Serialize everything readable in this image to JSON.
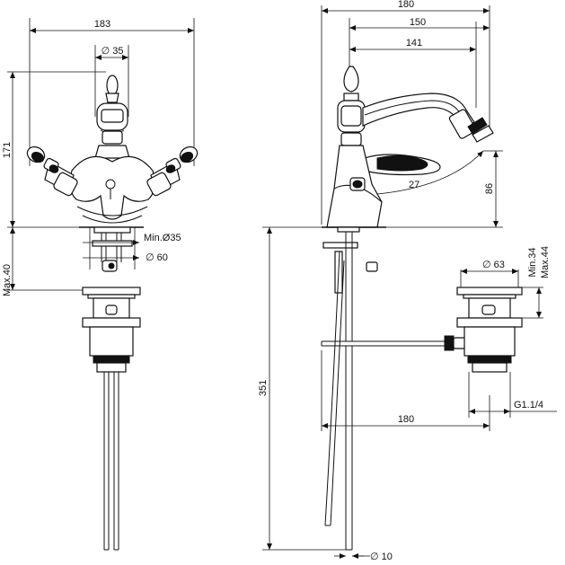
{
  "dimensions": {
    "front_width": "183",
    "front_spout_diameter": "∅ 35",
    "front_height": "171",
    "front_hole_min": "Min.Ø35",
    "front_base_diameter": "∅ 60",
    "front_max_thickness": "Max.40",
    "side_total_depth": "180",
    "side_spout_reach": "150",
    "side_lever_reach": "141",
    "side_spout_height": "86",
    "side_swivel_angle": "27",
    "side_pipe_length": "351",
    "side_pull_rod_reach": "180",
    "side_rod_diameter": "∅ 10",
    "waste_diameter": "∅ 63",
    "waste_min": "Min.34",
    "waste_max": "Max.44",
    "waste_thread": "G1.1/4"
  },
  "colors": {
    "line": "#111111",
    "background": "#ffffff"
  }
}
